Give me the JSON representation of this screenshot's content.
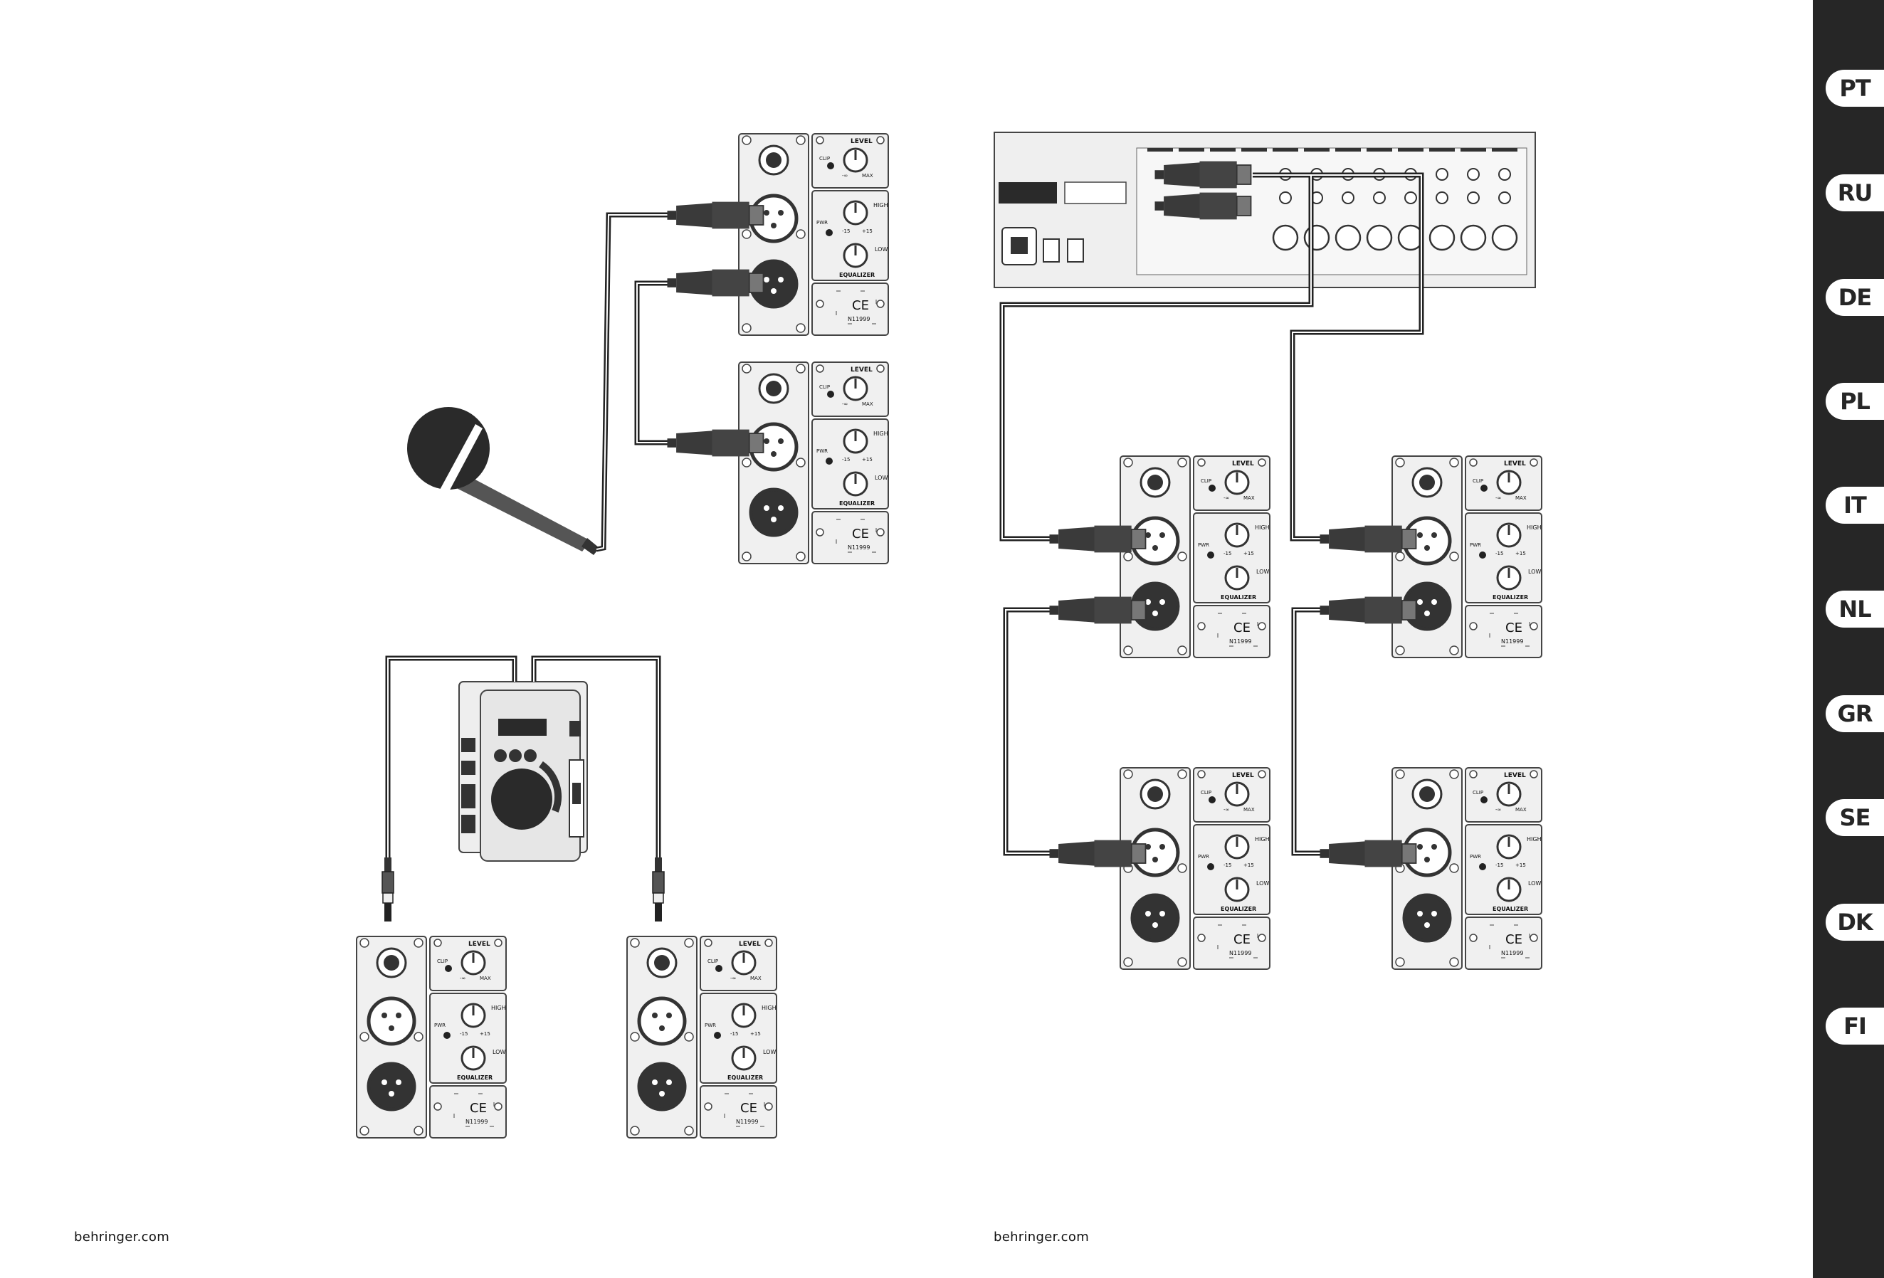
{
  "footer": {
    "brand_left": "behringer.com",
    "brand_right": "behringer.com"
  },
  "languages": [
    "PT",
    "RU",
    "DE",
    "PL",
    "IT",
    "NL",
    "GR",
    "SE",
    "DK",
    "FI"
  ],
  "panel": {
    "level": "LEVEL",
    "clip": "CLIP",
    "min": "-∞",
    "max": "MAX",
    "high": "HIGH",
    "low": "LOW",
    "pwr": "PWR",
    "gain_lo": "-15",
    "gain_hi": "+15",
    "equalizer": "EQUALIZER",
    "ce": "CE",
    "cert": "N11999"
  },
  "colors": {
    "sidebar": "#262626",
    "panel_border": "#444444",
    "cable": "#222222",
    "mic_body": "#555555"
  }
}
